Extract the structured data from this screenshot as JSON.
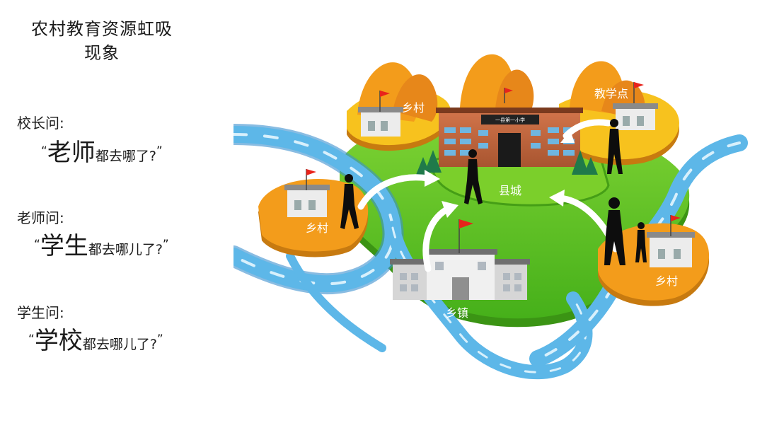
{
  "title": {
    "line1": "农村教育资源虹吸",
    "line2": "现象"
  },
  "questions": [
    {
      "asker": "校长问:",
      "open": "“",
      "emphasis": "老师",
      "rest": "都去哪了?",
      "close": "”"
    },
    {
      "asker": "老师问:",
      "open": "“",
      "emphasis": "学生",
      "rest": "都去哪儿了?",
      "close": "”"
    },
    {
      "asker": "学生问:",
      "open": "“",
      "emphasis": "学校",
      "rest": "都去哪儿了?",
      "close": "”"
    }
  ],
  "map": {
    "center": "县城",
    "school_sign": "一县第一小学",
    "town": "乡镇",
    "village_top": "乡村",
    "village_left": "乡村",
    "village_right": "乡村",
    "teaching_point": "教学点"
  },
  "colors": {
    "land": "#55c21c",
    "land_dark": "#3f9a12",
    "river": "#5db7e8",
    "village_orange": "#f39c1b",
    "village_yellow": "#f7c21e",
    "flag": "#e8231b"
  },
  "icons": [
    "flag-icon",
    "person-silhouette-icon",
    "curved-arrow-icon",
    "pine-tree-icon",
    "mountain-icon"
  ]
}
